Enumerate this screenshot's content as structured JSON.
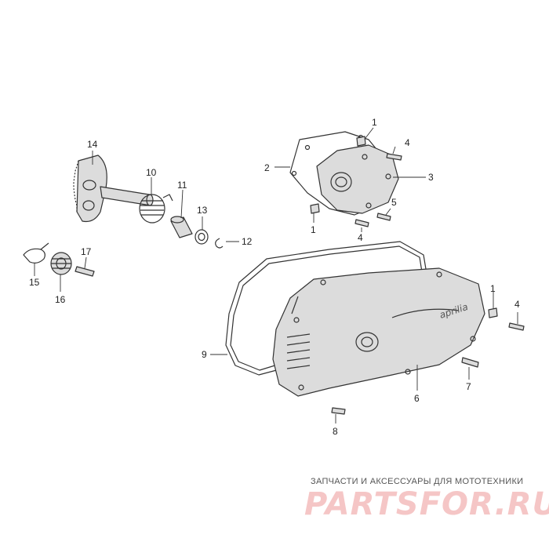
{
  "callouts": [
    "1",
    "1",
    "1",
    "2",
    "3",
    "4",
    "4",
    "4",
    "5",
    "6",
    "7",
    "8",
    "9",
    "10",
    "11",
    "12",
    "13",
    "14",
    "15",
    "16",
    "17"
  ],
  "cover_logo": "aprilia",
  "watermark": {
    "shop_line": "ЗАПЧАСТИ И АКСЕССУАРЫ ДЛЯ МОТОТЕХНИКИ",
    "brand": "PARTSFOR.RU"
  },
  "colors": {
    "line": "#333333",
    "watermark": "#f5c6c6",
    "paper": "#ffffff"
  }
}
